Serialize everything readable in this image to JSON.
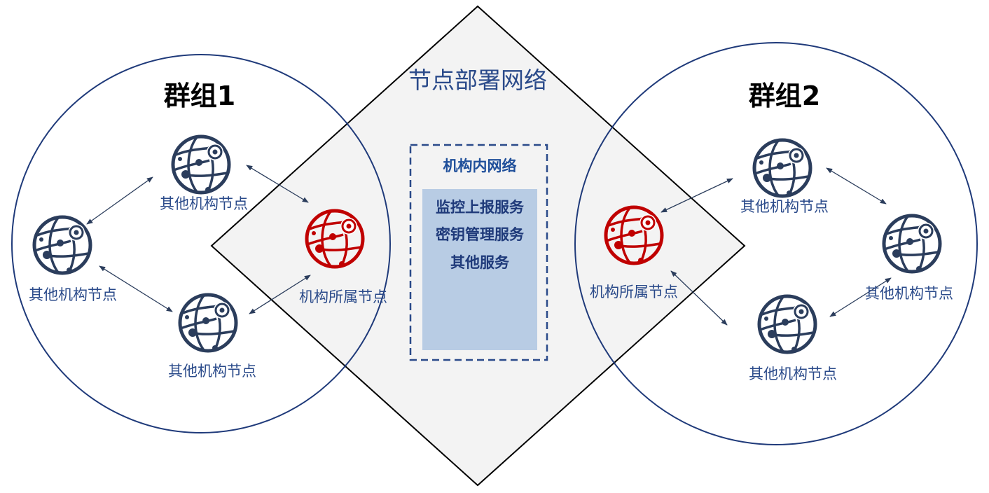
{
  "diagram": {
    "center_title": "节点部署网络",
    "group1": {
      "title": "群组1"
    },
    "group2": {
      "title": "群组2"
    },
    "internal_network": {
      "title": "机构内网络",
      "services": [
        "监控上报服务",
        "密钥管理服务",
        "其他服务"
      ]
    },
    "own_node_label": "机构所属节点",
    "other_node_label": "其他机构节点",
    "colors": {
      "circle_stroke": "#1f3a7a",
      "diamond_fill": "#f3f3f3",
      "diamond_stroke": "#000000",
      "other_node_icon": "#2b3d5c",
      "own_node_icon": "#c00000",
      "label_text": "#2a4a8a",
      "service_box_fill": "#b8cce4",
      "dashed_border": "#2a4a8a",
      "arrow": "#2b3d5c"
    }
  }
}
